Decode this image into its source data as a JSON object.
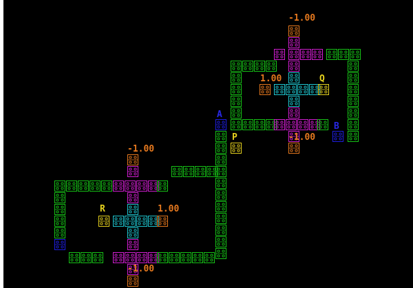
{
  "colors": {
    "background": "#000000",
    "wire": "#16c416",
    "cross": "#d21ed2",
    "center": "#1ec8d2",
    "end_orange": "#e5781e",
    "end_yellow": "#e6d21e",
    "node_blue": "#1e1ee0",
    "text_orange": "#e5781e",
    "text_yellow": "#e6d21e",
    "text_blue": "#2828e6"
  },
  "icons": {
    "tile": "dotted-block-icon"
  },
  "labels": {
    "top_value": "-1.00",
    "q_value_left": "1.00",
    "q_letter": "Q",
    "q_value_bottom": "-1.00",
    "node_a": "A",
    "node_p": "P",
    "node_b": "B",
    "r_value_top": "-1.00",
    "r_letter": "R",
    "r_value_right": "1.00",
    "r_value_bottom": "-1.00"
  }
}
